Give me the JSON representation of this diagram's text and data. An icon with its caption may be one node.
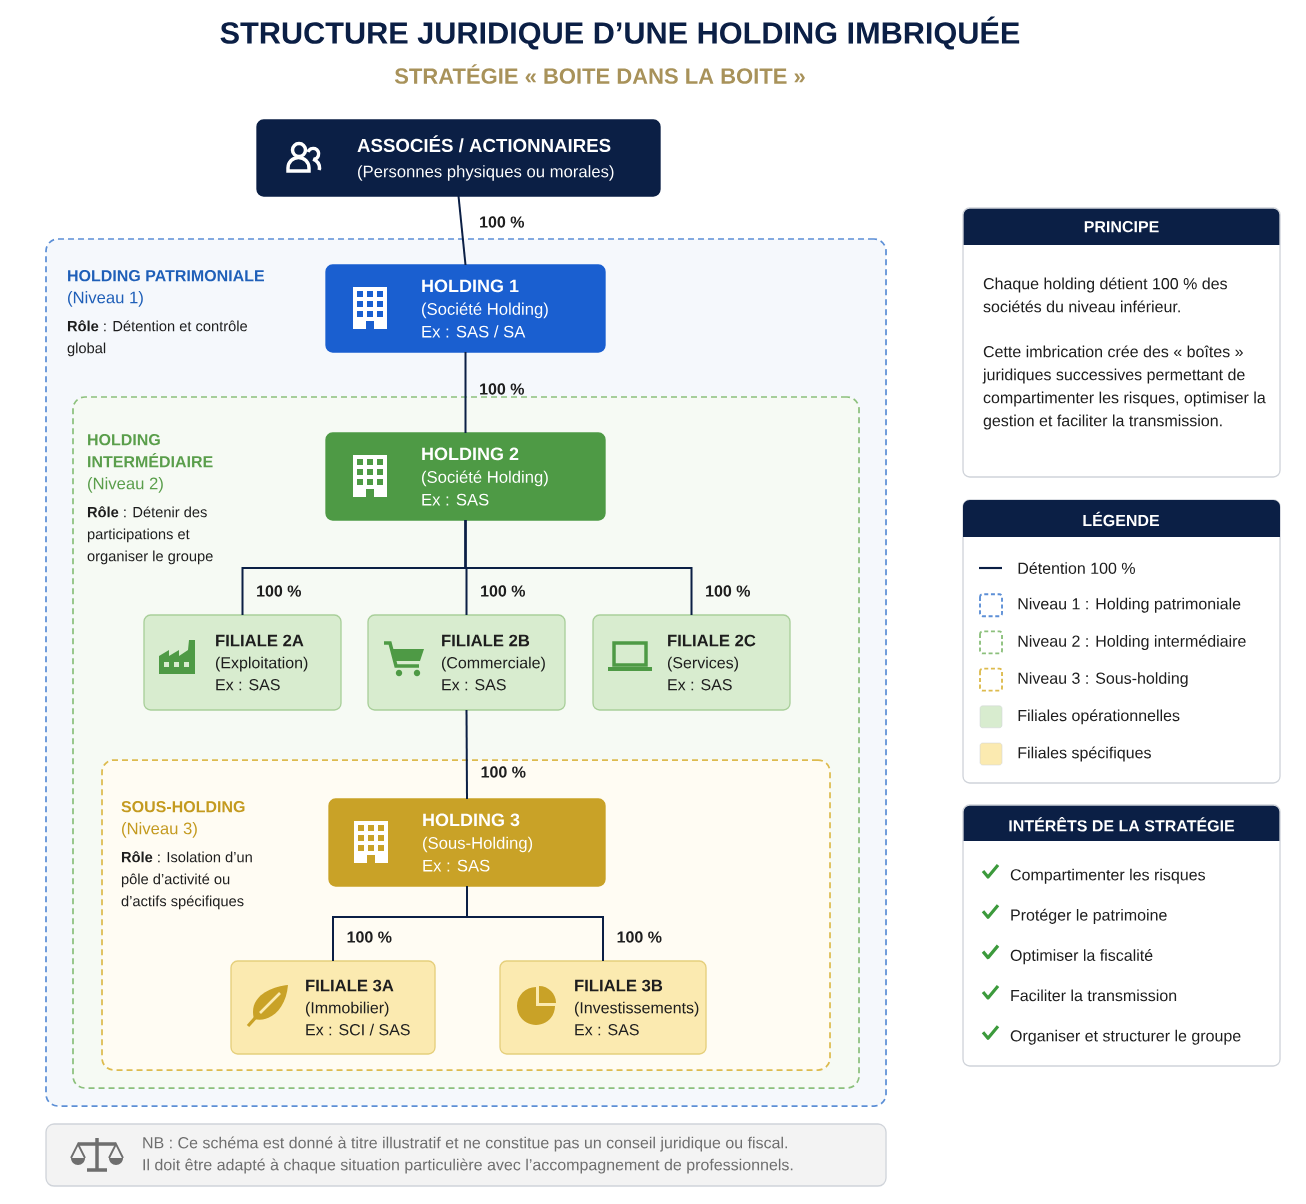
{
  "diagram": {
    "title": "STRUCTURE JURIDIQUE D’UNE HOLDING IMBRIQUÉE",
    "nodes": [
      {
        "text": [
          "ASSOCIÉS / ACTIONNAIRES",
          "(Personnes physiques ou morales)"
        ]
      },
      {
        "text": [
          "HOLDING PATRIMONIALE",
          "(Niveau 1)",
          "**Rôle** : Détention et contrôle global"
        ]
      },
      {
        "text": [
          "HOLDING 1",
          "(Société Holding)",
          "Ex : SAS / SA"
        ],
        "in": 1
      },
      {
        "text": [
          "HOLDING INTERMÉDIAIRE",
          "(Niveau 2)",
          "**Rôle** : Détenir des participations et organiser le groupe"
        ],
        "in": 1
      },
      {
        "text": [
          "HOLDING 2",
          "(Société Holding)",
          "Ex : SAS"
        ],
        "in": 3
      },
      {
        "text": [
          "FILIALE 2A",
          "(Exploitation)",
          "Ex : SAS"
        ],
        "in": 3
      },
      {
        "text": [
          "FILIALE 2B",
          "(Commerciale)",
          "Ex : SAS"
        ],
        "in": 3
      },
      {
        "text": [
          "FILIALE 2C",
          "(Services)",
          "Ex : SAS"
        ],
        "in": 3
      },
      {
        "text": [
          "SOUS-HOLDING",
          "(Niveau 3)",
          "**Rôle** : Isolation d’un pôle d’activité ou d’actifs spécifiques"
        ],
        "in": 3
      },
      {
        "text": [
          "HOLDING 3",
          "(Sous-Holding)",
          "Ex : SAS"
        ],
        "in": 8
      },
      {
        "text": [
          "FILIALE 3A",
          "(Immobilier)",
          "Ex : SCI / SAS"
        ],
        "in": 8
      },
      {
        "text": [
          "FILIALE 3B",
          "(Investissements)",
          "Ex : SAS"
        ],
        "in": 8
      },
      {
        "text": [
          "PRINCIPE",
          "Chaque holding détient 100 % des sociétés du niveau inférieur.",
          "Cette imbrication crée des « boîtes » juridiques successives permettant de compartimenter les risques, optimiser la gestion et faciliter la transmission."
        ]
      },
      {
        "text": [
          "INTÉRÊTS DE LA STRATÉGIE",
          "Compartimenter les risques",
          "Protéger le patrimoine",
          "Optimiser la fiscalité",
          "Faciliter la transmission",
          "Organiser et structurer le groupe"
        ]
      },
      {
        "text": [
          "NB : Ce schéma est donné à titre illustratif et ne constitue pas un conseil juridique ou fiscal.",
          "Il doit être adapté à chaque situation particulière avec l’accompagnement de professionnels."
        ]
      }
    ],
    "edges": [
      {
        "from": 0,
        "to": 2,
        "arrow": "none",
        "label": "100 %"
      },
      {
        "from": 2,
        "to": 4,
        "arrow": "none",
        "label": "100 %"
      },
      {
        "from": 4,
        "to": 5,
        "arrow": "none",
        "label": "100 %"
      },
      {
        "from": 4,
        "to": 6,
        "arrow": "none",
        "label": "100 %"
      },
      {
        "from": 4,
        "to": 7,
        "arrow": "none",
        "label": "100 %"
      },
      {
        "from": 6,
        "to": 9,
        "arrow": "none",
        "label": "100 %"
      },
      {
        "from": 9,
        "to": 10,
        "arrow": "none",
        "label": "100 %"
      },
      {
        "from": 9,
        "to": 11,
        "arrow": "none",
        "label": "100 %"
      }
    ],
    "labels": [
      "STRATÉGIE « BOITE DANS LA BOITE »",
      "LÉGENDE"
    ],
    "legend": [
      {
        "text": "Détention 100 %"
      },
      {
        "text": "Niveau 1 : Holding patrimoniale"
      },
      {
        "text": "Niveau 2 : Holding intermédiaire"
      },
      {
        "text": "Niveau 3 : Sous-holding"
      },
      {
        "text": "Filiales opérationnelles",
        "color": "#d8eccf"
      },
      {
        "text": "Filiales spécifiques",
        "color": "#fbeab0"
      }
    ]
  }
}
